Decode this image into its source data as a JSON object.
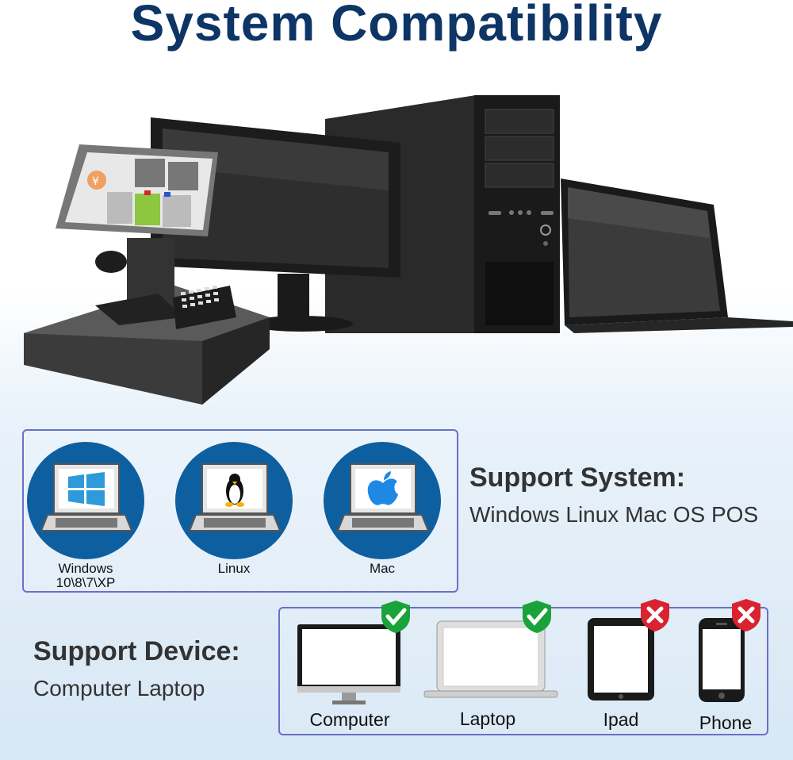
{
  "title": "System Compatibility",
  "support_system": {
    "heading": "Support System:",
    "subtitle": "Windows Linux Mac OS POS",
    "os": [
      {
        "label": "Windows\n10\\8\\7\\XP",
        "icon": "windows-logo-icon"
      },
      {
        "label": "Linux",
        "icon": "linux-penguin-icon"
      },
      {
        "label": "Mac",
        "icon": "apple-logo-icon"
      }
    ]
  },
  "support_device": {
    "heading": "Support Device:",
    "subtitle": "Computer Laptop",
    "devices": [
      {
        "label": "Computer",
        "supported": true
      },
      {
        "label": "Laptop",
        "supported": true
      },
      {
        "label": "Ipad",
        "supported": false
      },
      {
        "label": "Phone",
        "supported": false
      }
    ]
  },
  "colors": {
    "title": "#0d3566",
    "os_circle": "#0e5fa0",
    "box_border": "#6a6fc9",
    "check_badge": "#1aa33a",
    "cross_badge": "#d9232e"
  }
}
